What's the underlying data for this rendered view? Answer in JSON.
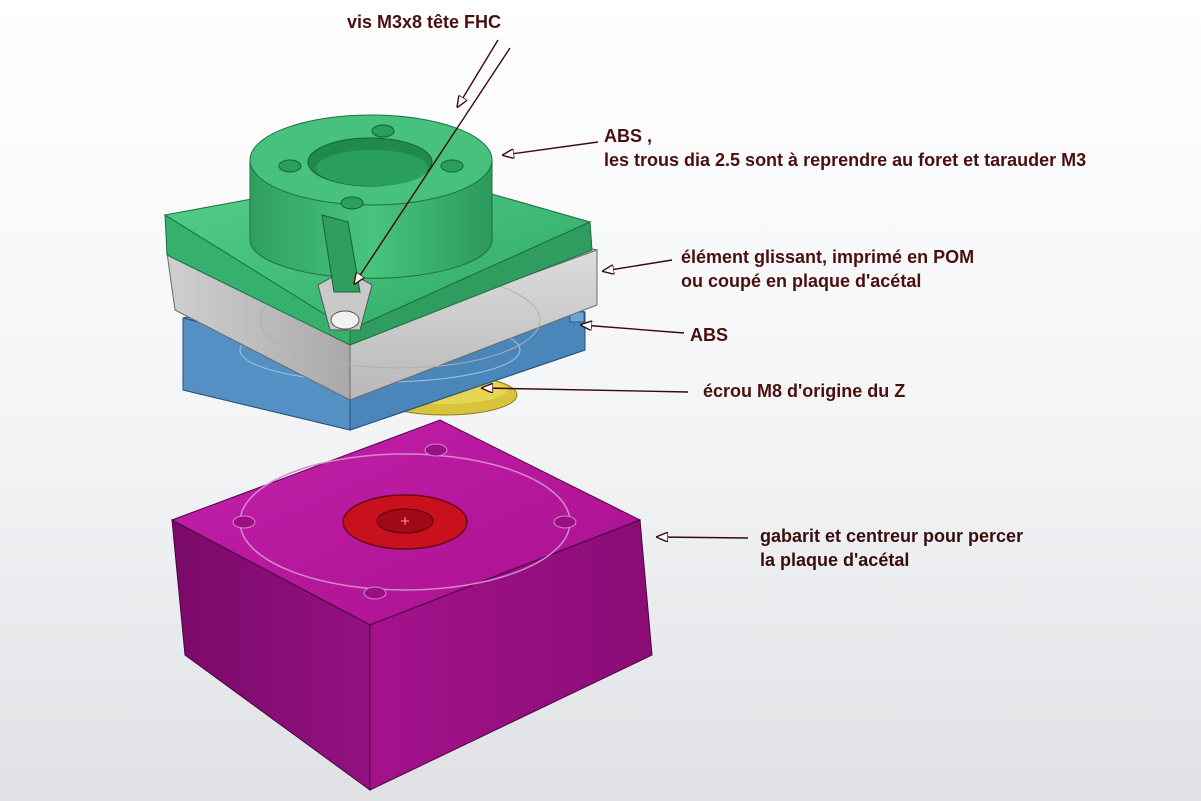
{
  "annotations": {
    "screw": "vis M3x8 tête FHC",
    "abs_top_line1": "ABS ,",
    "abs_top_line2": "les trous dia 2.5 sont à reprendre au foret et tarauder M3",
    "slider_line1": "élément glissant, imprimé en POM",
    "slider_line2": "ou coupé en plaque d'acétal",
    "abs_bottom": "ABS",
    "nut": "écrou M8 d'origine du Z",
    "jig_line1": "gabarit et centreur pour percer",
    "jig_line2": "la plaque d'acétal"
  },
  "colors": {
    "label_text": "#4a0f0f",
    "arrow": "#3a0a0a",
    "abs_top_part": "#3ebf7a",
    "pom_slider": "#c2c2c2",
    "abs_bottom_part": "#5a96c8",
    "nut": "#d7c43a",
    "jig": "#b0169b",
    "jig_center": "#c8101e"
  }
}
